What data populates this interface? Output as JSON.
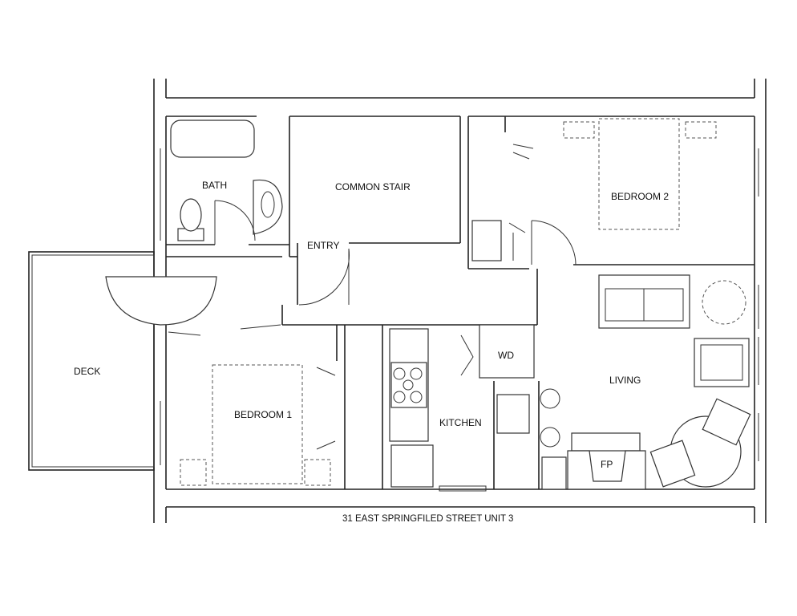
{
  "rooms": {
    "bath": "BATH",
    "common_stair": "COMMON STAIR",
    "bedroom2": "BEDROOM 2",
    "entry": "ENTRY",
    "deck": "DECK",
    "wd": "WD",
    "living": "LIVING",
    "bedroom1": "BEDROOM 1",
    "kitchen": "KITCHEN",
    "fp": "FP"
  },
  "address": "31 EAST SPRINGFILED STREET UNIT 3"
}
